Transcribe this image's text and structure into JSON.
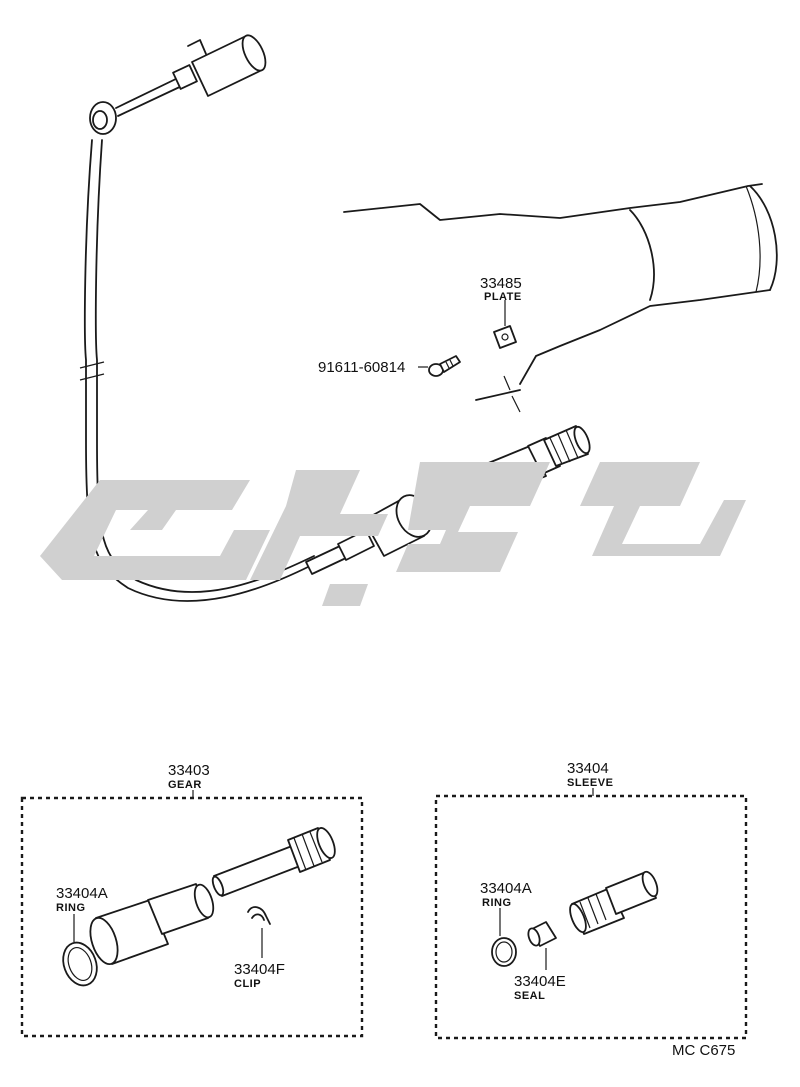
{
  "diagram_code": "MC C675",
  "watermark": "سوپرسایت",
  "callouts": {
    "plate": {
      "part_no": "33485",
      "name": "PLATE"
    },
    "bolt": {
      "part_no": "91611-60814"
    },
    "gear_group": {
      "part_no": "33403",
      "name": "GEAR"
    },
    "sleeve_group": {
      "part_no": "33404",
      "name": "SLEEVE"
    },
    "gear_ring": {
      "part_no": "33404A",
      "name": "RING"
    },
    "gear_clip": {
      "part_no": "33404F",
      "name": "CLIP"
    },
    "sleeve_ring": {
      "part_no": "33404A",
      "name": "RING"
    },
    "sleeve_seal": {
      "part_no": "33404E",
      "name": "SEAL"
    }
  }
}
